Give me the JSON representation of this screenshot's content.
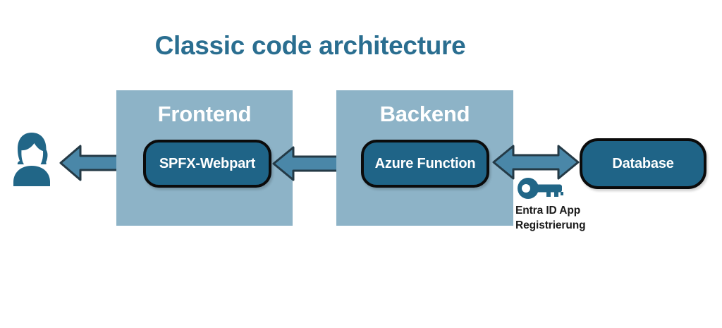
{
  "diagram": {
    "title": "Classic code architecture",
    "title_color": "#2A6E90",
    "background_color": "#FFFFFF",
    "zone_fill": "#8DB3C7",
    "node_fill": "#1F6487",
    "node_border": "#0B0B0B",
    "arrow_fill": "#4A87A8",
    "arrow_border": "#243A46",
    "icon_color": "#216687",
    "caption_color": "#1A1A1A"
  },
  "actors": {
    "user": {
      "icon": "user-person-icon",
      "label": ""
    }
  },
  "zones": [
    {
      "id": "frontend",
      "label": "Frontend",
      "node": {
        "id": "spfx-webpart",
        "label": "SPFX-Webpart"
      }
    },
    {
      "id": "backend",
      "label": "Backend",
      "node": {
        "id": "azure-function",
        "label": "Azure Function"
      }
    }
  ],
  "external_nodes": [
    {
      "id": "database",
      "label": "Database"
    }
  ],
  "connectors": [
    {
      "id": "user-to-frontend",
      "type": "double-arrow",
      "from": "user",
      "to": "spfx-webpart"
    },
    {
      "id": "frontend-to-backend",
      "type": "double-arrow",
      "from": "spfx-webpart",
      "to": "azure-function"
    },
    {
      "id": "backend-to-database",
      "type": "double-arrow",
      "from": "azure-function",
      "to": "database"
    }
  ],
  "annotations": [
    {
      "id": "entra-id-app-registration",
      "icon": "key-icon",
      "line1": "Entra ID App",
      "line2": "Registrierung"
    }
  ]
}
